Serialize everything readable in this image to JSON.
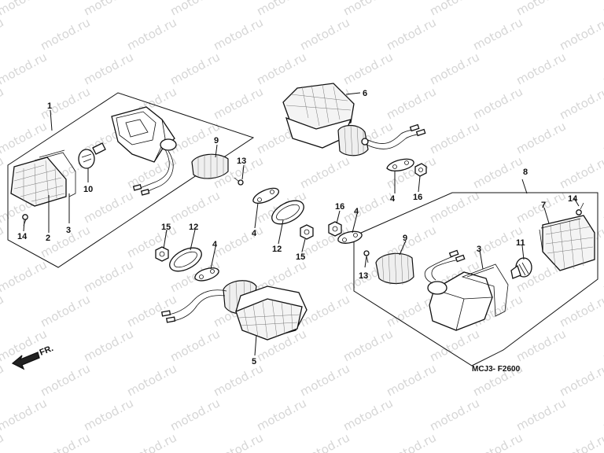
{
  "watermark": "motod.ru",
  "diagram_code": "MCJ3- F2600",
  "direction_label": "FR.",
  "callouts": {
    "c1": "1",
    "c2": "2",
    "c3a": "3",
    "c3b": "3",
    "c4a": "4",
    "c4b": "4",
    "c4c": "4",
    "c4d": "4",
    "c5": "5",
    "c6": "6",
    "c7": "7",
    "c8": "8",
    "c9a": "9",
    "c9b": "9",
    "c10": "10",
    "c11": "11",
    "c12a": "12",
    "c12b": "12",
    "c13a": "13",
    "c13b": "13",
    "c14a": "14",
    "c14b": "14",
    "c15a": "15",
    "c15b": "15",
    "c16a": "16",
    "c16b": "16"
  }
}
